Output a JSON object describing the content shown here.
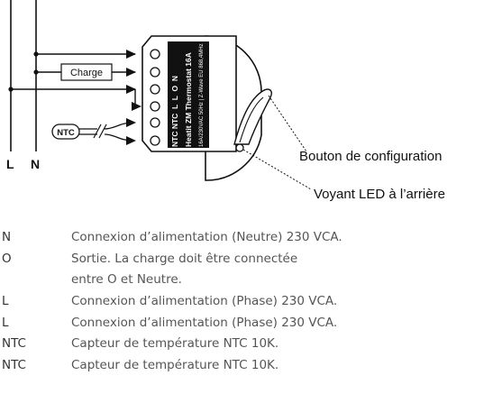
{
  "diagram": {
    "phase_label": "L",
    "neutral_label": "N",
    "charge_label": "Charge",
    "ntc_label": "NTC",
    "device_terminals": "NTC NTC  L  L  O  N",
    "device_name": "Heatit ZM Thermostat 16A",
    "device_specs": "16A/230VAC 50Hz | Z-Wave EU 868,4MHz",
    "config_button_label": "Bouton de configuration",
    "led_label": "Voyant LED à l’arrière"
  },
  "legend": {
    "rows": [
      {
        "key": "N",
        "desc": "Connexion d’alimentation (Neutre) 230 VCA."
      },
      {
        "key": "O",
        "desc": "Sortie. La charge doit être connectée"
      },
      {
        "key": "",
        "desc": "entre O et Neutre."
      },
      {
        "key": "L",
        "desc": "Connexion d’alimentation (Phase) 230 VCA."
      },
      {
        "key": "L",
        "desc": "Connexion d’alimentation (Phase) 230 VCA."
      },
      {
        "key": "NTC",
        "desc": "Capteur de température NTC 10K."
      },
      {
        "key": "NTC",
        "desc": "Capteur de température NTC 10K."
      }
    ]
  }
}
